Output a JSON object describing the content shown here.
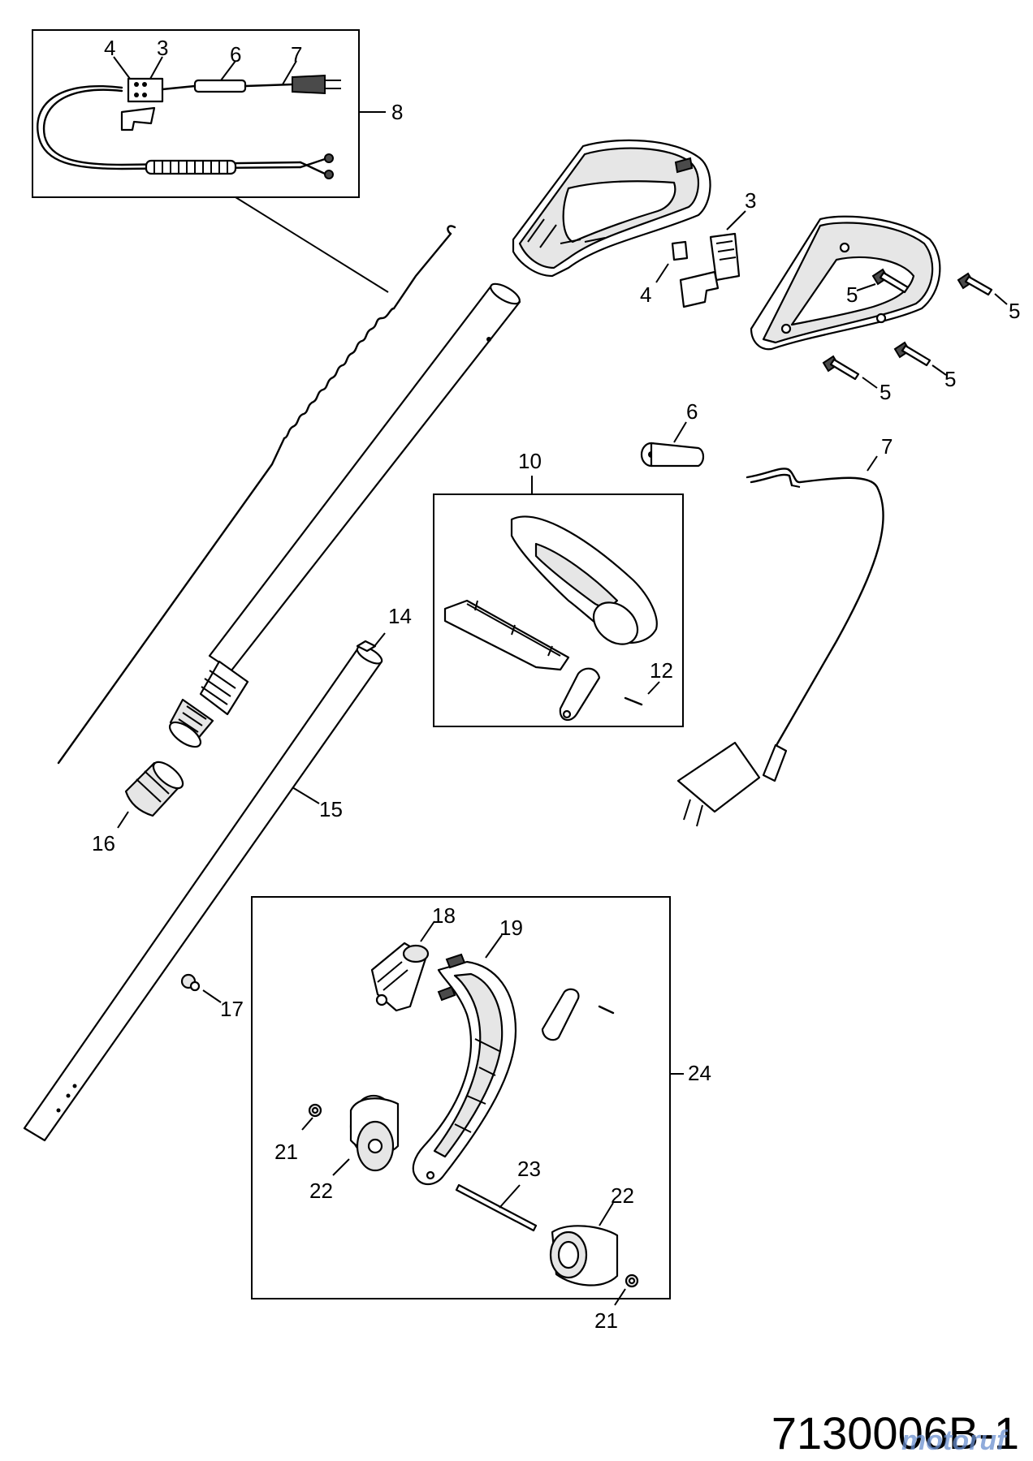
{
  "diagram": {
    "document_number": "7130006B-1",
    "watermark": "motoruf",
    "labels": {
      "p3_inset": "3",
      "p4_inset": "4",
      "p6_inset": "6",
      "p7_inset": "7",
      "p8": "8",
      "p3": "3",
      "p4": "4",
      "p5a": "5",
      "p5b": "5",
      "p5c": "5",
      "p5d": "5",
      "p6": "6",
      "p7": "7",
      "p10": "10",
      "p12": "12",
      "p14": "14",
      "p15": "15",
      "p16": "16",
      "p17": "17",
      "p18": "18",
      "p19": "19",
      "p21a": "21",
      "p21b": "21",
      "p22a": "22",
      "p22b": "22",
      "p23": "23",
      "p24": "24"
    }
  }
}
